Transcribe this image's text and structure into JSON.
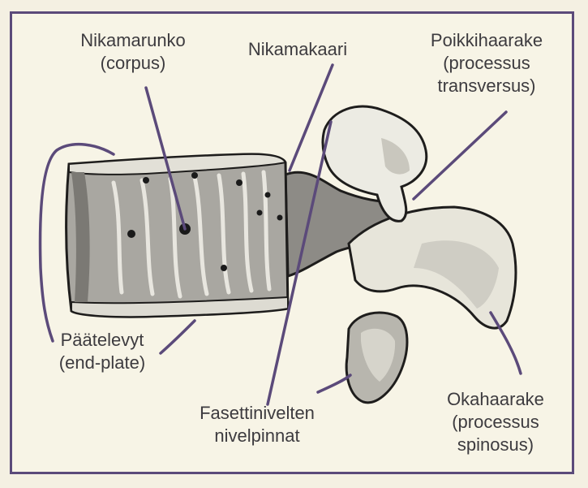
{
  "labels": {
    "corpus": {
      "line1": "Nikamarunko",
      "line2": "(corpus)"
    },
    "arch": {
      "line1": "Nikamakaari"
    },
    "transverse": {
      "line1": "Poikkihaarake",
      "line2": "(processus",
      "line3": "transversus)"
    },
    "endplate": {
      "line1": "Päätelevyt",
      "line2": "(end-plate)"
    },
    "facet": {
      "line1": "Fasettinivelten",
      "line2": "nivelpinnat"
    },
    "spinous": {
      "line1": "Okahaarake",
      "line2": "(processus",
      "line3": "spinosus)"
    }
  },
  "colors": {
    "frame": "#5b4a7a",
    "leader": "#5b4a7a",
    "bone_light": "#f1efe4",
    "bone_mid": "#b9b7b0",
    "bone_dark": "#6e6c68",
    "outline": "#1e1d1c",
    "background": "#f7f4e6"
  }
}
